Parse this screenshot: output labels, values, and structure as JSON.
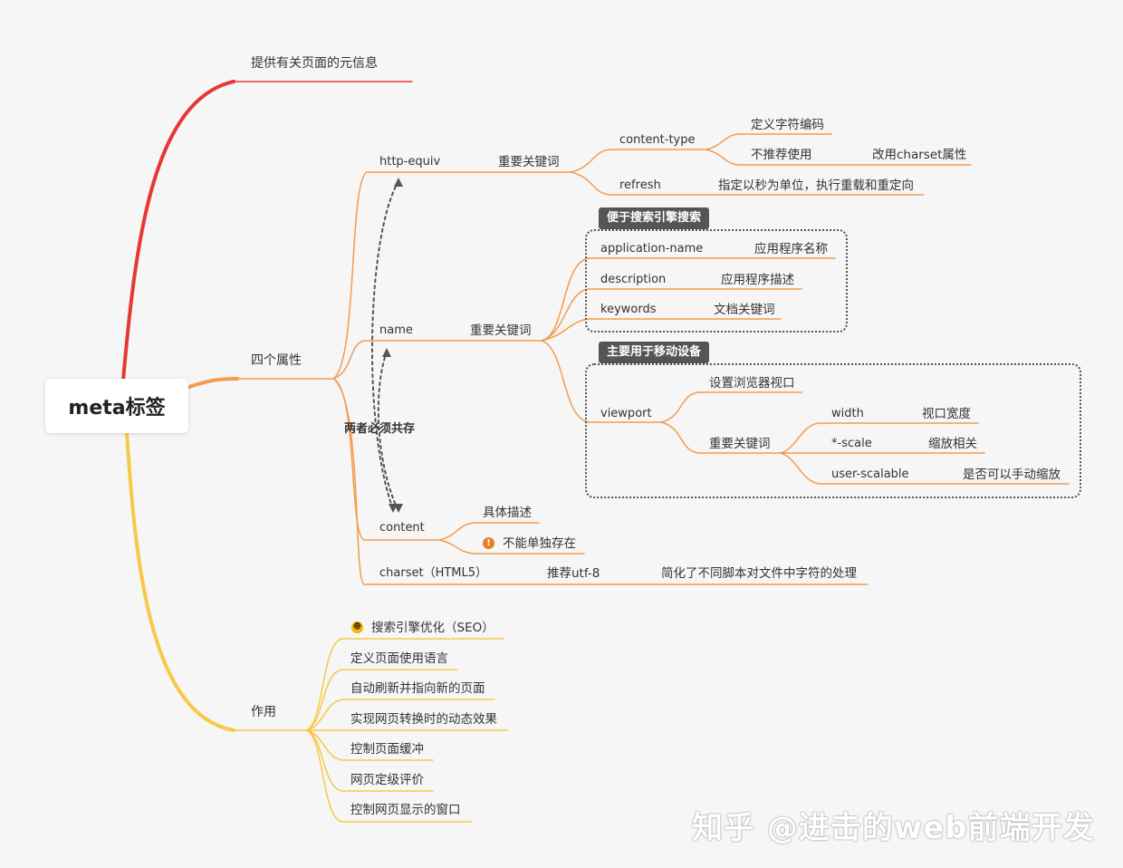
{
  "root": {
    "label": "meta标签"
  },
  "colors": {
    "red": "#e53935",
    "orange": "#f39c4f",
    "yellow": "#f7c948",
    "dark": "#555555"
  },
  "branch_info": {
    "label": "提供有关页面的元信息"
  },
  "branch_attrs": {
    "label": "四个属性",
    "must_coexist": "两者必须共存",
    "http_equiv": {
      "label": "http-equiv",
      "keyword": "重要关键词",
      "content_type": {
        "label": "content-type",
        "item1": "定义字符编码",
        "item2": "不推荐使用",
        "item2_note": "改用charset属性"
      },
      "refresh": {
        "label": "refresh",
        "desc": "指定以秒为单位，执行重载和重定向"
      }
    },
    "name": {
      "label": "name",
      "keyword": "重要关键词",
      "seo_tag": "便于搜索引擎搜索",
      "application_name": {
        "label": "application-name",
        "desc": "应用程序名称"
      },
      "description": {
        "label": "description",
        "desc": "应用程序描述"
      },
      "keywords": {
        "label": "keywords",
        "desc": "文档关键词"
      },
      "mobile_tag": "主要用于移动设备",
      "viewport": {
        "label": "viewport",
        "set_label": "设置浏览器视口",
        "keyword": "重要关键词",
        "width": {
          "label": "width",
          "desc": "视口宽度"
        },
        "scale": {
          "label": "*-scale",
          "desc": "缩放相关"
        },
        "user_scalable": {
          "label": "user-scalable",
          "desc": "是否可以手动缩放"
        }
      }
    },
    "content": {
      "label": "content",
      "desc": "具体描述",
      "note": "不能单独存在"
    },
    "charset": {
      "label": "charset（HTML5）",
      "rec": "推荐utf-8",
      "desc": "简化了不同脚本对文件中字符的处理"
    }
  },
  "branch_usage": {
    "label": "作用",
    "items": [
      "搜索引擎优化（SEO）",
      "定义页面使用语言",
      "自动刷新并指向新的页面",
      "实现网页转换时的动态效果",
      "控制页面缓冲",
      "网页定级评价",
      "控制网页显示的窗口"
    ]
  },
  "watermark": "知乎 @进击的web前端开发"
}
